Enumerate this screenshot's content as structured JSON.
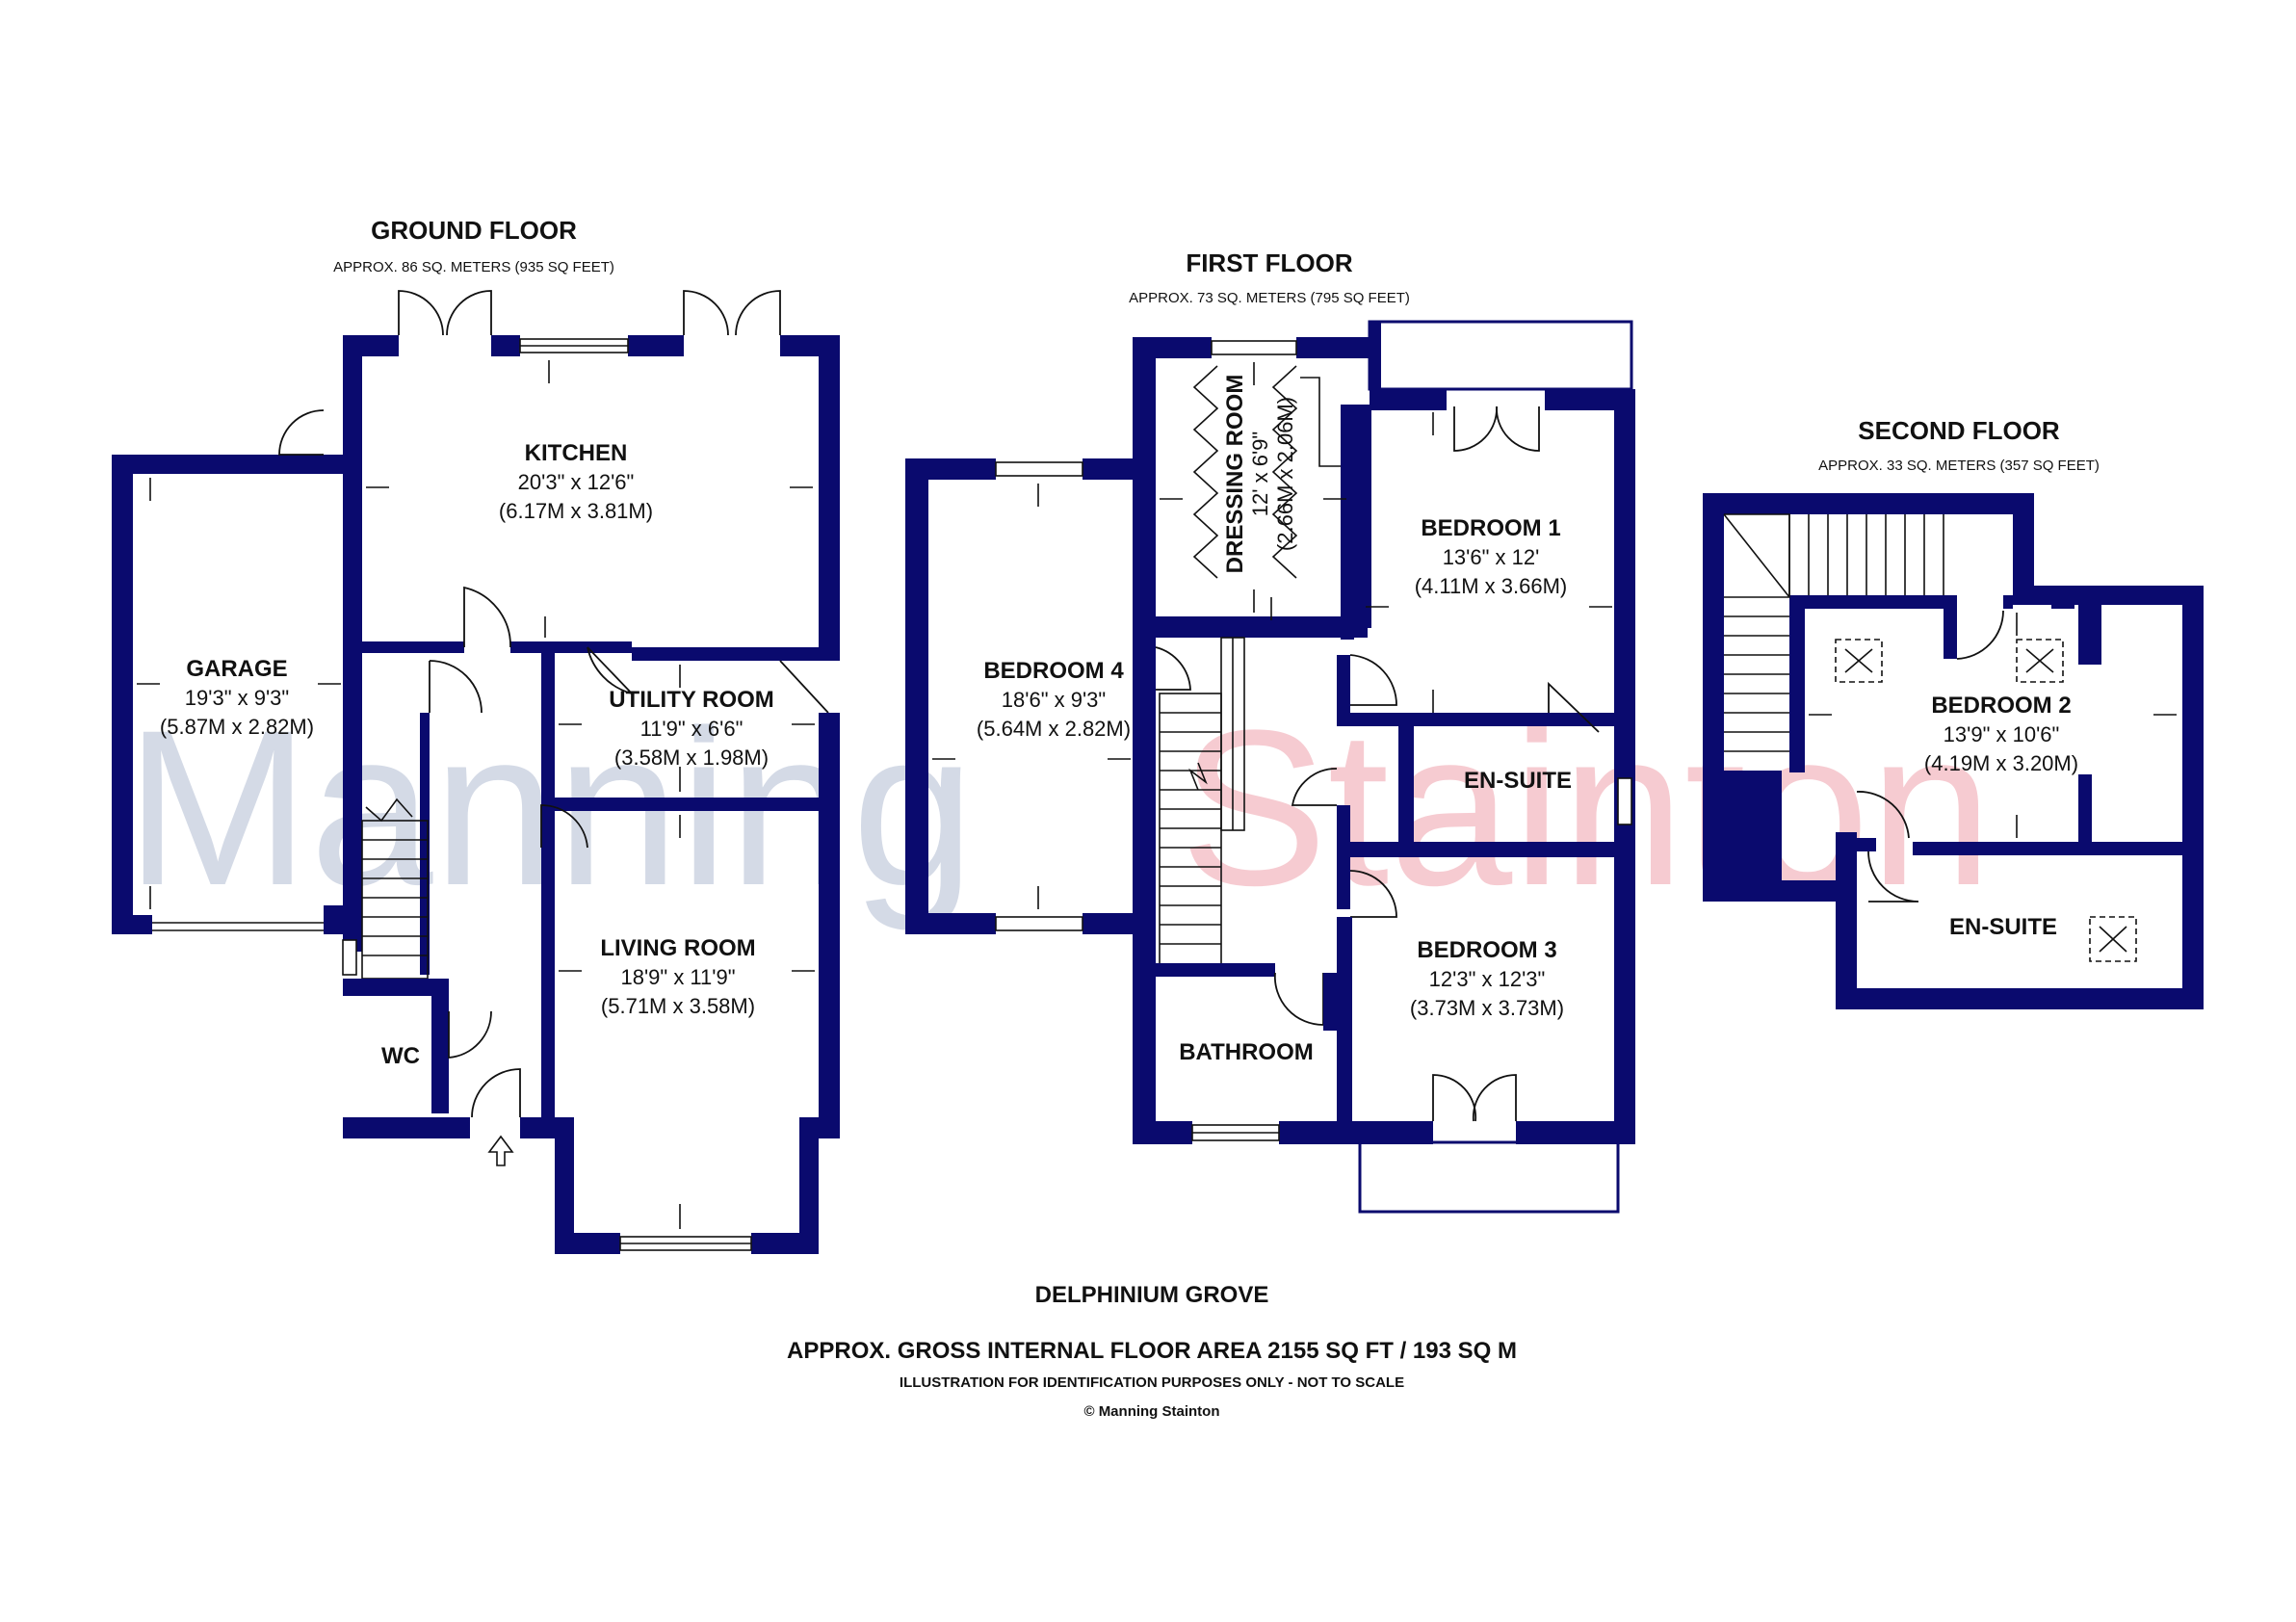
{
  "watermark": {
    "part1": "Manning",
    "part2": "Stainton",
    "color1": "#b8c2d6",
    "color2": "#f1a9b3"
  },
  "colors": {
    "wall": "#0a0a6e"
  },
  "floors": {
    "ground": {
      "title": "GROUND FLOOR",
      "area": "APPROX. 86 SQ. METERS (935 SQ FEET)"
    },
    "first": {
      "title": "FIRST FLOOR",
      "area": "APPROX. 73 SQ. METERS (795 SQ FEET)"
    },
    "second": {
      "title": "SECOND FLOOR",
      "area": "APPROX. 33 SQ. METERS (357 SQ FEET)"
    }
  },
  "rooms": {
    "kitchen": {
      "name": "KITCHEN",
      "imperial": "20'3\" x 12'6\"",
      "metric": "(6.17M x 3.81M)"
    },
    "garage": {
      "name": "GARAGE",
      "imperial": "19'3\" x 9'3\"",
      "metric": "(5.87M x 2.82M)"
    },
    "utility": {
      "name": "UTILITY ROOM",
      "imperial": "11'9\" x 6'6\"",
      "metric": "(3.58M x 1.98M)"
    },
    "living": {
      "name": "LIVING ROOM",
      "imperial": "18'9\" x 11'9\"",
      "metric": "(5.71M x 3.58M)"
    },
    "wc": {
      "name": "WC"
    },
    "dressing": {
      "name": "DRESSING ROOM",
      "imperial": "12' x 6'9\"",
      "metric": "(2.66M x 2.06M)"
    },
    "bedroom1": {
      "name": "BEDROOM 1",
      "imperial": "13'6\" x 12'",
      "metric": "(4.11M x 3.66M)"
    },
    "bedroom4": {
      "name": "BEDROOM 4",
      "imperial": "18'6\" x 9'3\"",
      "metric": "(5.64M x 2.82M)"
    },
    "ensuite1": {
      "name": "EN-SUITE"
    },
    "bedroom3": {
      "name": "BEDROOM 3",
      "imperial": "12'3\" x 12'3\"",
      "metric": "(3.73M x 3.73M)"
    },
    "bathroom": {
      "name": "BATHROOM"
    },
    "bedroom2": {
      "name": "BEDROOM 2",
      "imperial": "13'9\" x 10'6\"",
      "metric": "(4.19M x 3.20M)"
    },
    "ensuite2": {
      "name": "EN-SUITE"
    }
  },
  "footer": {
    "address": "DELPHINIUM GROVE",
    "gross_area": "APPROX. GROSS INTERNAL FLOOR AREA 2155 SQ FT / 193 SQ M",
    "disclaimer": "ILLUSTRATION FOR IDENTIFICATION PURPOSES ONLY - NOT TO SCALE",
    "copyright": "© Manning Stainton"
  },
  "icons": [
    "entrance-arrow-icon",
    "skylight-icon",
    "stairs-icon",
    "door-swing-icon"
  ]
}
